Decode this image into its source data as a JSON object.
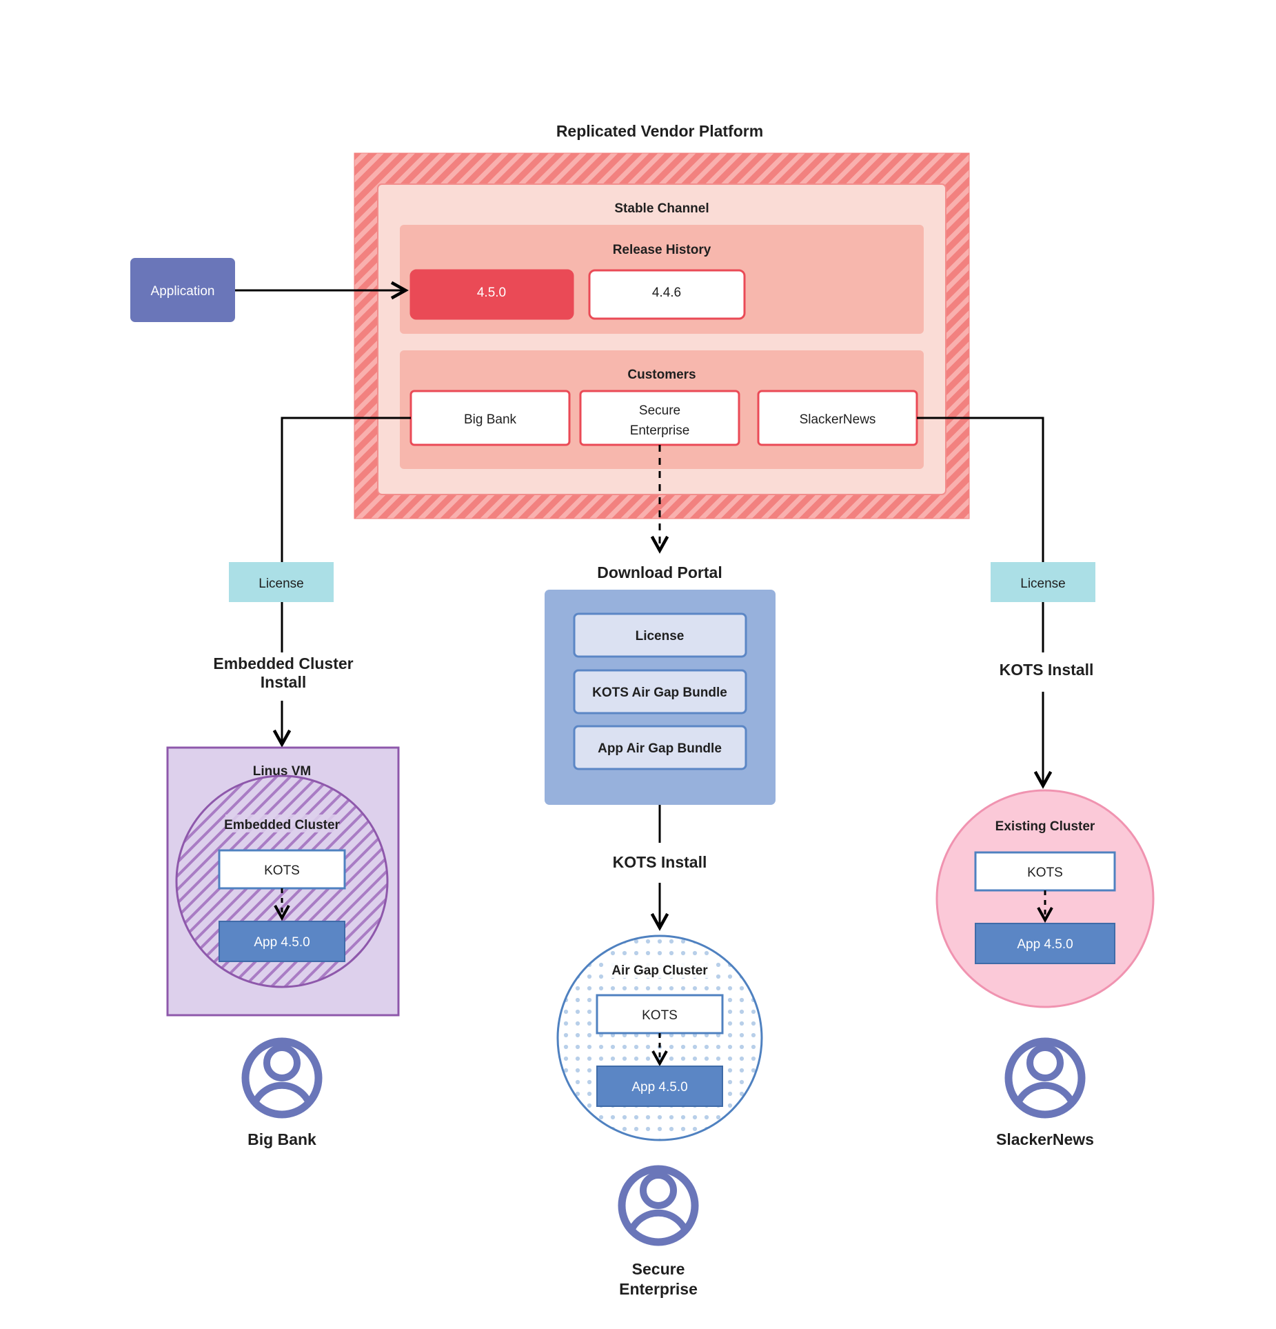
{
  "diagram": {
    "title": "Replicated Vendor Platform",
    "source_box": {
      "label": "Application"
    },
    "platform": {
      "channel_label": "Stable Channel",
      "release_history": {
        "label": "Release History",
        "releases": [
          {
            "version": "4.5.0",
            "state": "current"
          },
          {
            "version": "4.4.6",
            "state": "previous"
          }
        ]
      },
      "customers": {
        "label": "Customers",
        "items": [
          {
            "name": "Big Bank"
          },
          {
            "name": "Secure\nEnterprise"
          },
          {
            "name": "SlackerNews"
          }
        ]
      }
    },
    "download_portal": {
      "title": "Download  Portal",
      "items": [
        {
          "label": "License"
        },
        {
          "label": "KOTS Air Gap Bundle"
        },
        {
          "label": "App Air Gap Bundle"
        }
      ]
    },
    "lanes": [
      {
        "id": "left",
        "license_label": "License",
        "install_label_line1": "Embedded Cluster",
        "install_label_line2": "Install",
        "host_label": "Linus VM",
        "cluster_label": "Embedded Cluster",
        "kots_label": "KOTS",
        "app_label": "App 4.5.0",
        "persona": "Big Bank"
      },
      {
        "id": "center",
        "install_label_line1": "KOTS Install",
        "install_label_line2": "",
        "cluster_label": "Air Gap Cluster",
        "kots_label": "KOTS",
        "app_label": "App 4.5.0",
        "persona_line1": "Secure",
        "persona_line2": "Enterprise"
      },
      {
        "id": "right",
        "license_label": "License",
        "install_label_line1": "KOTS Install",
        "install_label_line2": "",
        "cluster_label": "Existing Cluster",
        "kots_label": "KOTS",
        "app_label": "App 4.5.0",
        "persona": "SlackerNews"
      }
    ],
    "colors": {
      "platform_hatch_bg": "#f2817f",
      "platform_hatch_stripe": "#f8aaa8",
      "platform_border": "#ea4a56",
      "channel_bg": "#fadcd6",
      "panel_bg": "#f7b7ad",
      "release_current_bg": "#ea4a56",
      "release_prev_bg": "#ffffff",
      "release_border": "#ea4a56",
      "application_box": "#6a76b9",
      "license_box": "#abdfe6",
      "portal_bg": "#97b1dc",
      "portal_item_bg": "#dbe1f2",
      "portal_item_border": "#5b86c5",
      "vm_bg": "#ddd0ec",
      "vm_border": "#8e58ab",
      "embedded_circle_border": "#8e58ab",
      "airgap_circle_border": "#4f81c0",
      "airgap_dot": "#b6cde8",
      "existing_circle_bg": "#fbc9d8",
      "existing_circle_border": "#f093b0",
      "app_box_bg": "#5b86c5",
      "app_box_border": "#3f6ba8",
      "kots_box_border": "#4f81c0",
      "avatar": "#6a76b9",
      "connector": "#000000"
    }
  }
}
